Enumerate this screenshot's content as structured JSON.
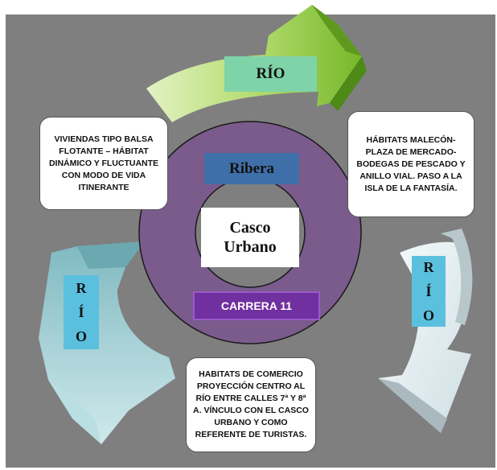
{
  "labels": {
    "rio_top": "RÍO",
    "ribera": "Ribera",
    "casco_line1": "Casco",
    "casco_line2": "Urbano",
    "carrera": "CARRERA 11",
    "rio_right": [
      "R",
      "Í",
      "O"
    ],
    "rio_left": [
      "R",
      "Í",
      "O"
    ]
  },
  "callouts": {
    "top_left": "VIVIENDAS TIPO BALSA FLOTANTE – HÁBITAT DINÁMICO Y FLUCTUANTE CON MODO DE VIDA ITINERANTE",
    "top_right": "HÁBITATS MALECÓN-PLAZA DE MERCADO-BODEGAS DE PESCADO Y ANILLO VIAL.  PASO A LA ISLA DE LA FANTASÍA.",
    "bottom": "HABITATS DE COMERCIO PROYECCIÓN CENTRO AL RÍO ENTRE CALLES 7ª Y 8ª A. VÍNCULO CON EL CASCO URBANO Y COMO REFERENTE DE TURISTAS."
  },
  "colors": {
    "background": "#7f7f7f",
    "outer_ring": "#7a5b8c",
    "ring_stroke": "#1a1a1a",
    "inner_circle": "#7f7f7f",
    "arrow_top": "#8cc63f",
    "arrow_right": "#e6eff2",
    "arrow_left": "#a8d4d8",
    "rio_top_box": "#7fd3a9",
    "ribera_box": "#3f6fa8",
    "carrera_box": "#7030a0",
    "rio_vertical_box": "#5bc0de"
  }
}
